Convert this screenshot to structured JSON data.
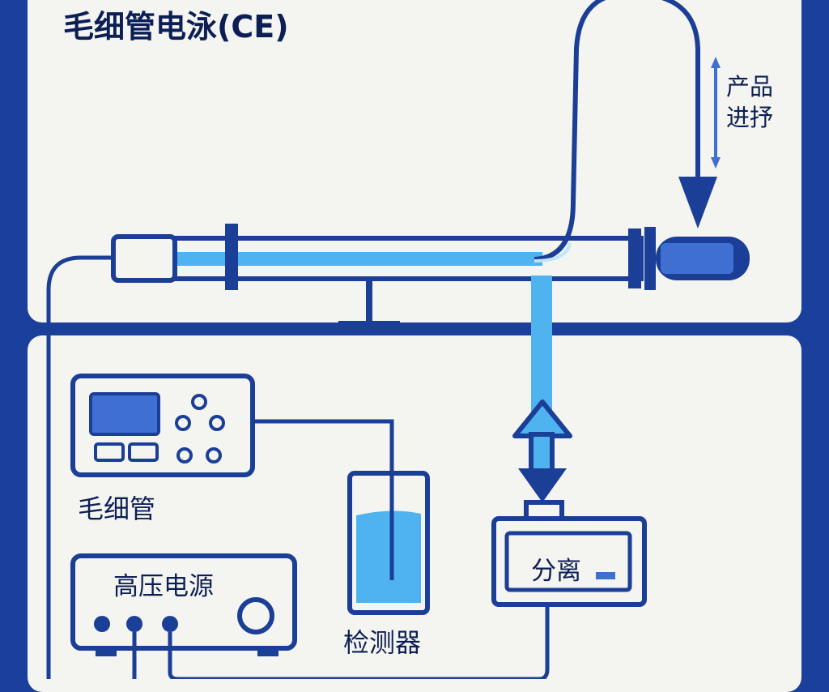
{
  "title": "毛细管电泳(CE)",
  "labels": {
    "injection_line1": "产品",
    "injection_line2": "进抒",
    "capillary": "毛细管",
    "high_voltage": "高压电源",
    "detector": "检测器",
    "separation": "分离"
  },
  "colors": {
    "frame": "#1a3f9c",
    "panel": "#f4f4f0",
    "line": "#1b3f96",
    "fluid": "#4fb3f0",
    "accent": "#3f6fd1"
  }
}
